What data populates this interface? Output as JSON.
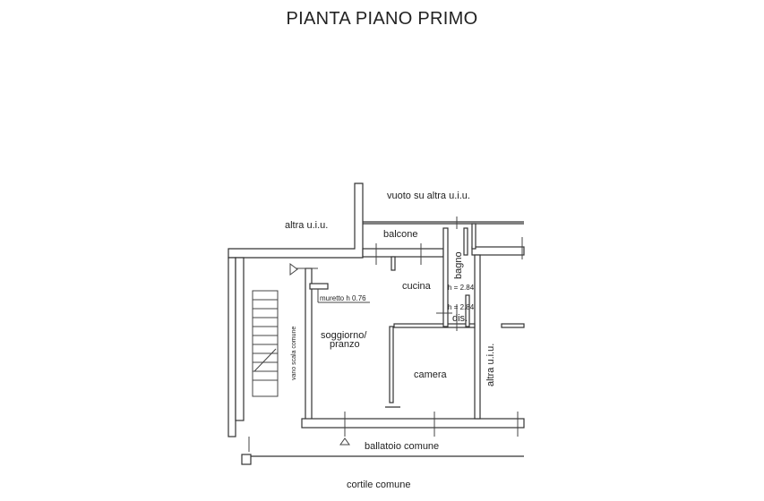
{
  "title": "PIANTA PIANO PRIMO",
  "labels": {
    "vuoto": "vuoto su altra u.i.u.",
    "altra_left": "altra u.i.u.",
    "altra_right": "altra u.i.u.",
    "balcone": "balcone",
    "bagno": "bagno",
    "cucina": "cucina",
    "h_bagno": "h = 2.84",
    "h_dis": "h = 2.84",
    "dis": "dis.",
    "muretto": "muretto h 0.76",
    "soggiorno_1": "soggiorno/",
    "soggiorno_2": "pranzo",
    "camera": "camera",
    "vano_scala": "vano scala comune",
    "ballatoio": "ballatoio comune",
    "cortile": "cortile comune"
  }
}
